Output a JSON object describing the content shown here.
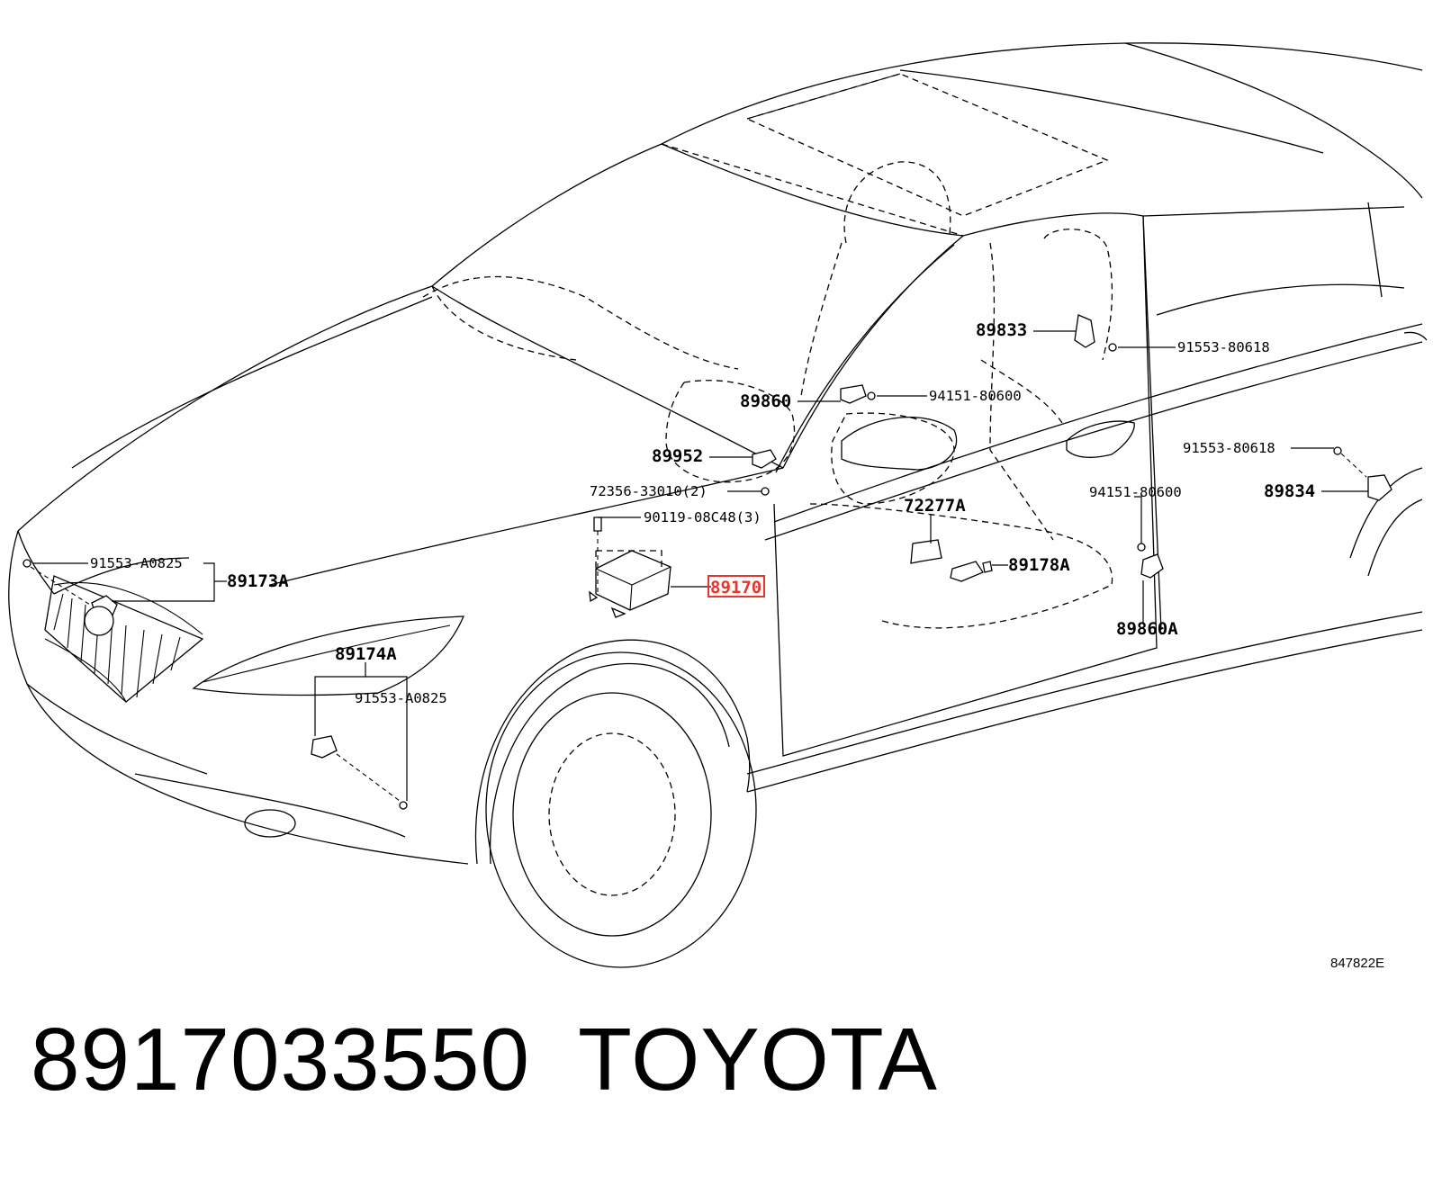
{
  "callouts": {
    "c_89833": "89833",
    "c_91553_80618_a": "91553-80618",
    "c_89860": "89860",
    "c_94151_80600_a": "94151-80600",
    "c_89952": "89952",
    "c_91553_80618_b": "91553-80618",
    "c_72356_33010": "72356-33010(2)",
    "c_94151_80600_b": "94151-80600",
    "c_89834": "89834",
    "c_90119_08c48": "90119-08C48(3)",
    "c_72277a": "72277A",
    "c_91553_a0825_a": "91553-A0825",
    "c_89173a": "89173A",
    "c_89178a": "89178A",
    "c_89170": "89170",
    "c_89860a": "89860A",
    "c_89174a": "89174A",
    "c_91553_a0825_b": "91553-A0825"
  },
  "highlight_color": "#e5352f",
  "reference_code": "847822E",
  "caption": {
    "part_number": "8917033550",
    "brand": "TOYOTA"
  }
}
